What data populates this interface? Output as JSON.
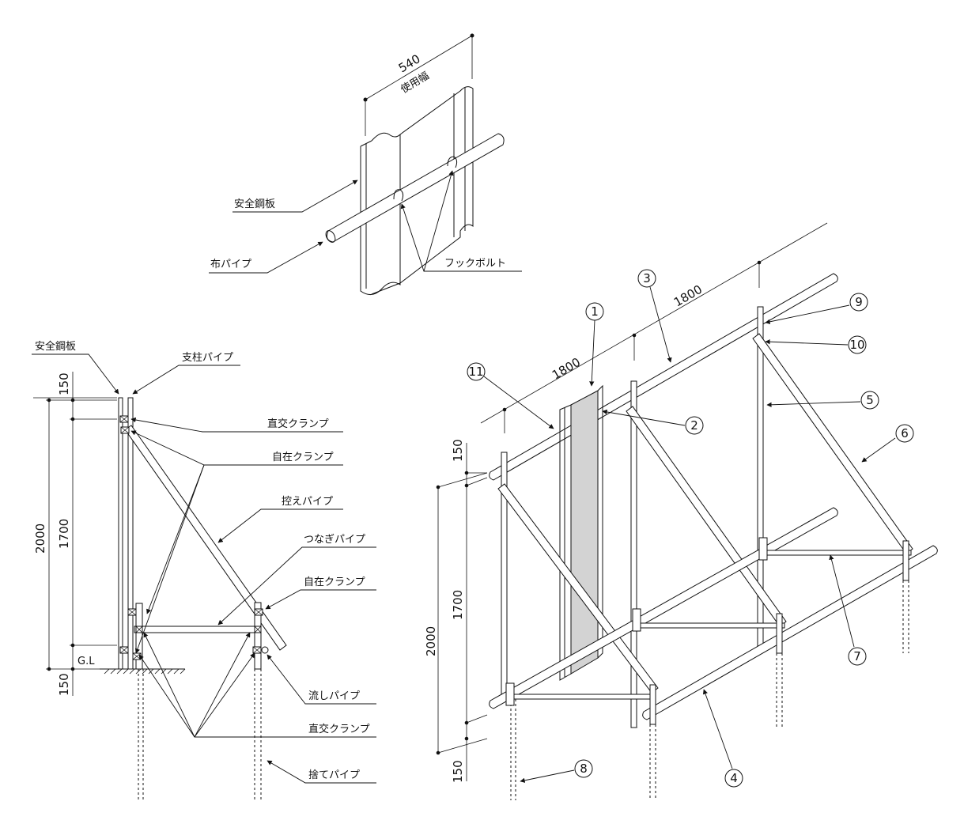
{
  "top_detail": {
    "width_value": "540",
    "width_caption": "使用幅",
    "labels": {
      "steel_plate": "安全鋼板",
      "cloth_pipe": "布パイプ",
      "hook_bolt": "フックボルト"
    }
  },
  "side_view": {
    "labels": {
      "steel_plate": "安全鋼板",
      "post_pipe": "支柱パイプ",
      "orthogonal_clamp_top": "直交クランプ",
      "swivel_clamp_top": "自在クランプ",
      "brace_pipe": "控えパイプ",
      "connecting_pipe": "つなぎパイプ",
      "swivel_clamp_bottom": "自在クランプ",
      "flow_pipe": "流しパイプ",
      "orthogonal_clamp_bottom": "直交クランプ",
      "anchor_pipe": "捨てパイプ"
    },
    "dims": {
      "top": "150",
      "middle": "1700",
      "total": "2000",
      "bottom": "150",
      "ground": "G.L"
    }
  },
  "iso_view": {
    "dims": {
      "span_left": "1800",
      "span_right": "1800",
      "top": "150",
      "middle": "1700",
      "total": "2000",
      "bottom": "150"
    },
    "callouts": [
      "1",
      "2",
      "3",
      "4",
      "5",
      "6",
      "7",
      "8",
      "9",
      "10",
      "11"
    ]
  }
}
